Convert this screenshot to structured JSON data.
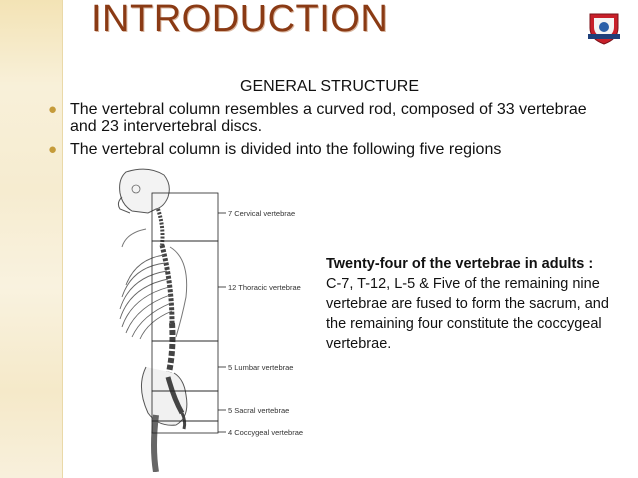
{
  "slide": {
    "title": "INTRODUCTION",
    "subtitle": "GENERAL STRUCTURE",
    "bullets": [
      "The vertebral column resembles a curved rod, composed of 33 vertebrae and 23 intervertebral discs.",
      "The vertebral column is divided into the following five regions"
    ],
    "bullet_icon": "bullet-dot-icon",
    "accent_color": "#c59b3a",
    "title_color": "#8a3a14"
  },
  "diagram": {
    "labels": {
      "cervical": "7 Cervical vertebrae",
      "thoracic": "12 Thoracic vertebrae",
      "lumbar": "5 Lumbar vertebrae",
      "sacral": "5 Sacral vertebrae",
      "coccygeal": "4 Coccygeal vertebrae"
    }
  },
  "callout": {
    "heading": "Twenty-four of the vertebrae in adults :",
    "body": "C-7,  T-12, L-5 & Five of the remaining nine vertebrae are fused to form the sacrum, and the remaining four constitute the coccygeal vertebrae."
  }
}
